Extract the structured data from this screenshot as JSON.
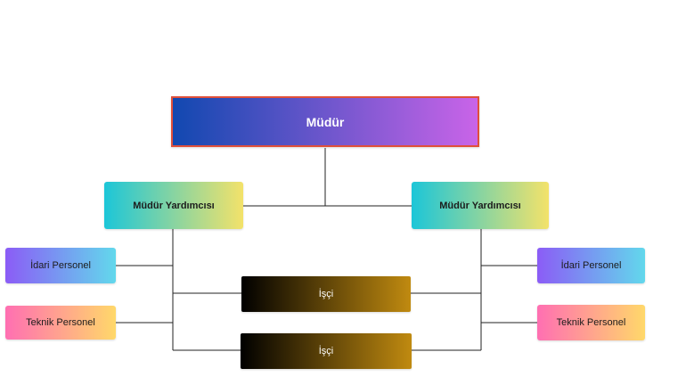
{
  "colors": {
    "director_gradient": [
      "#1148b0",
      "#c964e8"
    ],
    "director_border": "#e0503a",
    "deputy_gradient": [
      "#1cc6d8",
      "#f3e26a"
    ],
    "admin_gradient": [
      "#8b5cf6",
      "#62d8ec"
    ],
    "technical_gradient": [
      "#ff6fb2",
      "#ffd86a"
    ],
    "worker_gradient": [
      "#000000",
      "#c08a10"
    ],
    "connector": "#222222"
  },
  "nodes": {
    "director": {
      "label": "Müdür"
    },
    "deputy_left": {
      "label": "Müdür Yardımcısı"
    },
    "deputy_right": {
      "label": "Müdür Yardımcısı"
    },
    "admin_left": {
      "label": "İdari Personel"
    },
    "technical_left": {
      "label": "Teknik Personel"
    },
    "admin_right": {
      "label": "İdari Personel"
    },
    "technical_right": {
      "label": "Teknik Personel"
    },
    "worker_1": {
      "label": "İşçi"
    },
    "worker_2": {
      "label": "İşçi"
    }
  }
}
